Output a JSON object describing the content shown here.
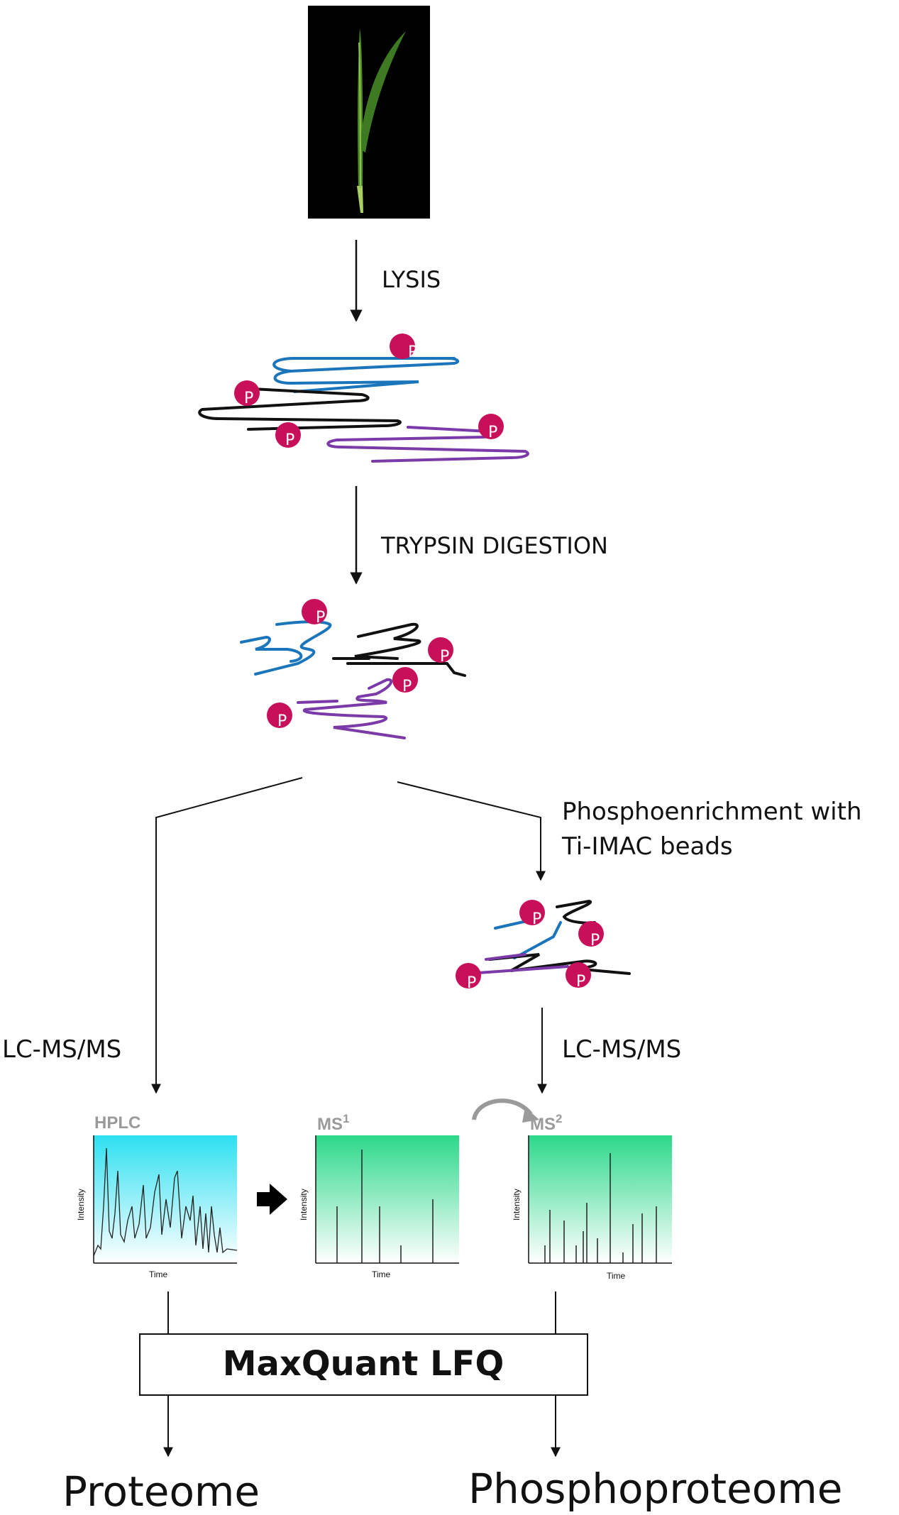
{
  "steps": {
    "lysis": "LYSIS",
    "trypsin": "TRYPSIN  DIGESTION",
    "enrich_line1": "Phosphoenrichment with",
    "enrich_line2": "Ti-IMAC beads",
    "lcms_left": "LC-MS/MS",
    "lcms_right": "LC-MS/MS"
  },
  "phospho_marker": "P",
  "plots": {
    "hplc": {
      "title": "HPLC",
      "ylabel": "Intensity",
      "xlabel": "Time"
    },
    "ms1": {
      "title": "MS",
      "title_sup": "1",
      "ylabel": "Intensity",
      "xlabel": "Time"
    },
    "ms2": {
      "title": "MS",
      "title_sup": "2",
      "ylabel": "Intensity",
      "xlabel": "Time"
    }
  },
  "software_box": "MaxQuant LFQ",
  "outputs": {
    "left": "Proteome",
    "right": "Phosphoproteome"
  },
  "colors": {
    "phospho": "#c8105a",
    "blue_chain": "#1b75bb",
    "purple_chain": "#7a3aa8",
    "black_chain": "#111111",
    "hplc_fill_top": "#2ee0f0",
    "ms_fill_top": "#2cd88a"
  }
}
